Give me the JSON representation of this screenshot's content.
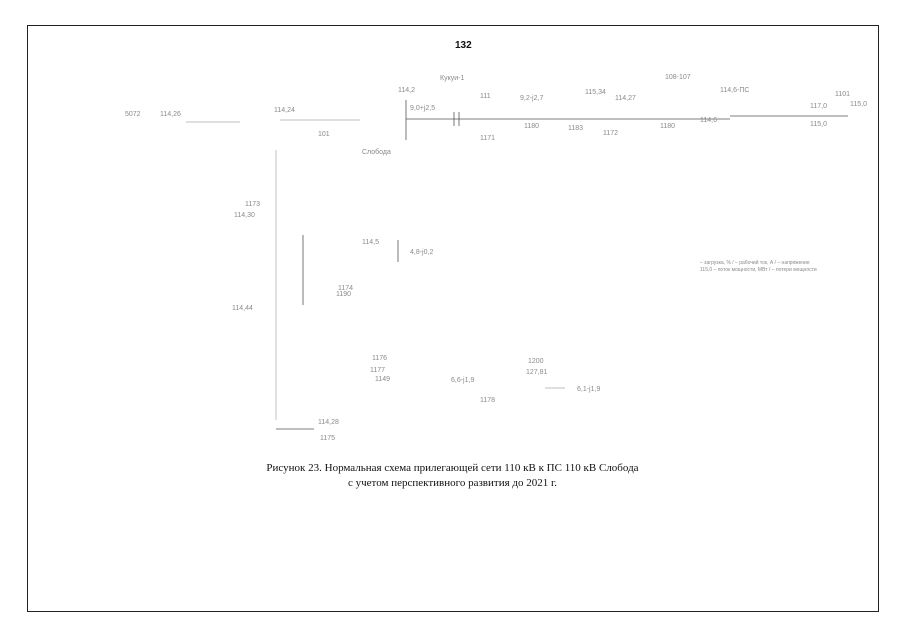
{
  "page_number": "132",
  "caption": {
    "line1": "Рисунок 23. Нормальная схема прилегающей сети 110 кВ к ПС 110 кВ Слобода",
    "line2": "с учетом перспективного развития до 2021 г."
  },
  "legend": {
    "line1": "– загрузка, % / – рабочий ток, А / – напряжение",
    "line2": "115,0 – поток мощности, МВт / – потери мощности"
  },
  "diagram_labels": {
    "l1": "Кукуи-1",
    "l2": "115,34",
    "l3": "108-107",
    "l4": "114,6-ПС",
    "l5": "1101",
    "l6": "115,0",
    "l7": "114,2",
    "l8": "9,0+j2,5",
    "l9": "111",
    "l10": "9,2-j2,7",
    "l11": "5072",
    "l12": "114,26",
    "l13": "114,24",
    "l14": "114,6",
    "l15": "101",
    "l16": "1171",
    "l17": "1172",
    "l18": "Слобода",
    "l19": "114,44",
    "l20": "114,30",
    "l21": "1173",
    "l22": "114,5",
    "l23": "4,8-j0,2",
    "l24": "1174",
    "l25": "1200",
    "l26": "127,81",
    "l27": "6,1-j1,9",
    "l28": "114,28",
    "l29": "1175",
    "l30": "1176",
    "l31": "6,6-j1,9",
    "l32": "1177",
    "l33": "1178",
    "l34": "1149",
    "l35": "1180",
    "l36": "117,0",
    "l37": "1180",
    "l38": "1183",
    "l39": "114,27",
    "l40": "115,0",
    "l41": "1190"
  }
}
